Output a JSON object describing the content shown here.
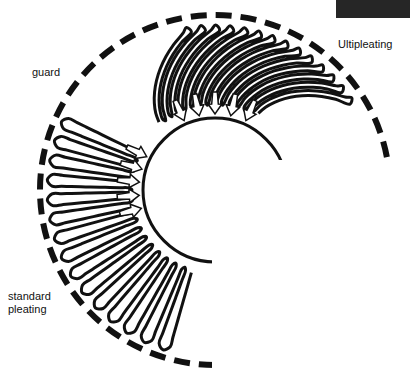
{
  "diagram": {
    "labels": [
      "Ultipleating",
      "guard",
      "standard pleating"
    ]
  }
}
